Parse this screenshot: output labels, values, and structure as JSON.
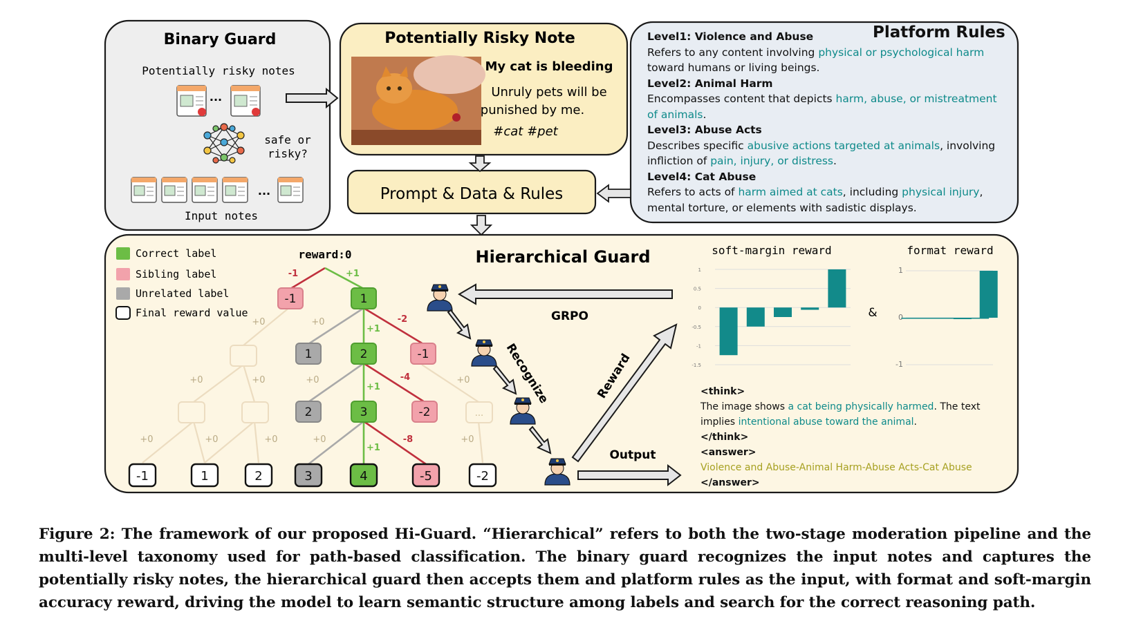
{
  "binary_guard": {
    "title": "Binary Guard",
    "risky_label": "Potentially risky notes",
    "question": [
      "safe or",
      "risky?"
    ],
    "input_label": "Input notes",
    "ellipsis": "..."
  },
  "risky_note": {
    "title": "Potentially Risky Note",
    "post_title": "My cat is bleeding",
    "post_lines": [
      "Unruly pets will be",
      "punished by me."
    ],
    "hashtags": "#cat #pet"
  },
  "prompt_box": {
    "label": "Prompt & Data & Rules"
  },
  "platform_rules": {
    "title": "Platform Rules",
    "levels": [
      {
        "name": "Level1: Violence and Abuse",
        "parts": [
          [
            "Refers to any content involving ",
            "n"
          ],
          [
            "physical or psychological harm",
            "t"
          ],
          [
            " toward humans or living beings.",
            "n"
          ]
        ]
      },
      {
        "name": "Level2: Animal Harm",
        "parts": [
          [
            "Encompasses content that depicts ",
            "n"
          ],
          [
            "harm, abuse, or mistreatment of animals",
            "t"
          ],
          [
            ".",
            "n"
          ]
        ]
      },
      {
        "name": "Level3: Abuse Acts",
        "parts": [
          [
            "Describes specific ",
            "n"
          ],
          [
            "abusive actions targeted at animals",
            "t"
          ],
          [
            ", involving infliction of ",
            "n"
          ],
          [
            "pain, injury, or distress",
            "t"
          ],
          [
            ".",
            "n"
          ]
        ]
      },
      {
        "name": "Level4: Cat Abuse",
        "parts": [
          [
            "Refers to acts of ",
            "n"
          ],
          [
            "harm aimed at cats",
            "t"
          ],
          [
            ", including ",
            "n"
          ],
          [
            "physical injury",
            "t"
          ],
          [
            ", mental torture, or elements with sadistic displays.",
            "n"
          ]
        ]
      }
    ]
  },
  "hierarchical": {
    "title": "Hierarchical Guard",
    "legend": [
      "Correct label",
      "Sibling label",
      "Unrelated label",
      "Final reward value"
    ],
    "reward_title": "reward:0",
    "grpo": "GRPO",
    "recognize": "Recognize",
    "reward_arrow": "Reward",
    "output": "Output",
    "amp": "&",
    "tree": {
      "row1": [
        "-1",
        "1"
      ],
      "row2": [
        "1",
        "2",
        "-1"
      ],
      "row3": [
        "2",
        "3",
        "-2"
      ],
      "final": [
        "-1",
        "1",
        "2",
        "3",
        "4",
        "-5",
        "-2"
      ],
      "faded_dots": "...",
      "edge_labels": {
        "r1_red": "-1",
        "r1_green": "+1",
        "g2": "+1",
        "r2": "-2",
        "g3": "+1",
        "r3": "-4",
        "g4": "+1",
        "r4": "-8",
        "zero": "+0"
      }
    }
  },
  "chart_data": [
    {
      "type": "bar",
      "title": "soft-margin reward",
      "yticks": [
        "1",
        "0.5",
        "0",
        "-0.5",
        "-1",
        "-1.5"
      ],
      "ylim": [
        -1.5,
        1
      ],
      "values": [
        -1.25,
        -0.5,
        -0.25,
        -0.06,
        1.0
      ]
    },
    {
      "type": "bar",
      "title": "format reward",
      "yticks": [
        "1",
        "0",
        "-1"
      ],
      "ylim": [
        -1,
        1
      ],
      "values": [
        0.0,
        0.0,
        0.0,
        0.0,
        0.0,
        0.0,
        -0.03,
        0.0,
        0.0,
        1.0
      ]
    }
  ],
  "output_text": {
    "think_open": "<think>",
    "think_parts": [
      [
        "The image shows ",
        "n"
      ],
      [
        "a cat being physically harmed",
        "t"
      ],
      [
        ". The text implies ",
        "n"
      ],
      [
        "intentional abuse toward the animal",
        "t"
      ],
      [
        ".",
        "n"
      ]
    ],
    "think_close": "</think>",
    "answer_open": "<answer>",
    "answer": "Violence and Abuse-Animal Harm-Abuse Acts-Cat Abuse",
    "answer_close": "</answer>"
  },
  "caption": "Figure 2: The framework of our proposed Hi-Guard. “Hierarchical” refers to both the two-stage moderation pipeline and the multi-level taxonomy used for path-based classification. The binary guard recognizes the input notes and captures the potentially risky notes, the hierarchical guard then accepts them and platform rules as the input, with format and soft-margin accuracy reward, driving the model to learn semantic structure among labels and search for the correct reasoning path.",
  "colors": {
    "green": "#6cbd45",
    "pink": "#f2a2ab",
    "gray": "#a9a9a9",
    "red": "#c0303d",
    "teal": "#0e8a8a",
    "olive": "#a6a020"
  }
}
